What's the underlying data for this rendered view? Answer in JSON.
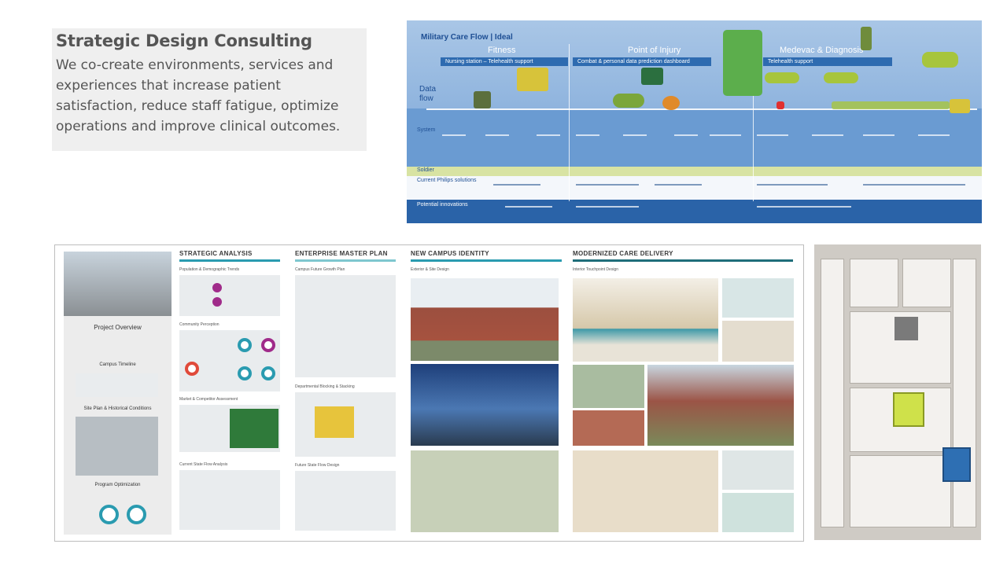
{
  "header": {
    "title": "Strategic Design Consulting",
    "description": "We co-create environments, services and experiences that  increase patient satisfaction, reduce staff fatigue, optimize operations and improve clinical outcomes."
  },
  "care_flow": {
    "title": "Military Care Flow | Ideal",
    "phases": [
      "Fitness",
      "Point of Injury",
      "Medevac & Diagnosis"
    ],
    "bars": [
      "Nursing station – Telehealth support",
      "Combat & personal data prediction dashboard",
      "Telehealth support"
    ],
    "row_labels": [
      "Data flow",
      "System",
      "Soldier",
      "Current Philips solutions",
      "Potential innovations"
    ]
  },
  "poster": {
    "columns": [
      {
        "title": "STRATEGIC ANALYSIS",
        "rule_color": "#2a9bb0"
      },
      {
        "title": "ENTERPRISE MASTER PLAN",
        "rule_color": "#7ec7cf"
      },
      {
        "title": "NEW CAMPUS IDENTITY",
        "rule_color": "#2a9bb0"
      },
      {
        "title": "MODERNIZED CARE DELIVERY",
        "rule_color": "#1f6e7a"
      }
    ],
    "project_col": {
      "overview": "Project Overview",
      "timeline": "Campus Timeline",
      "site_plan": "Site Plan & Historical Conditions",
      "program": "Program Optimization"
    },
    "sub_heads": {
      "population": "Population & Demographic Trends",
      "community": "Community Perception",
      "market": "Market & Competitor Assessment",
      "flow": "Current State Flow Analysis",
      "growth": "Campus Future Growth Plan",
      "blocking": "Departmental Blocking & Stacking",
      "future_flow": "Future State Flow Design",
      "exterior": "Exterior & Site Design",
      "interior": "Interior Touchpoint Design"
    }
  }
}
